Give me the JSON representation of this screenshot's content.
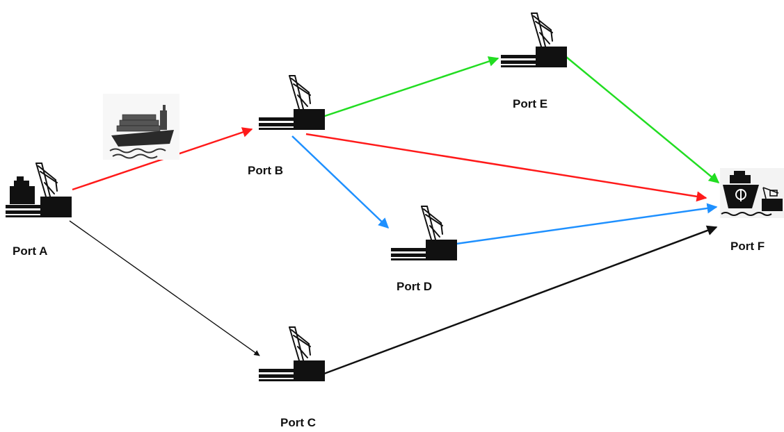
{
  "ports": {
    "a": {
      "label": "Port A",
      "icon": "port-crane-with-ship-icon"
    },
    "b": {
      "label": "Port B",
      "icon": "port-crane-icon"
    },
    "c": {
      "label": "Port C",
      "icon": "port-crane-icon"
    },
    "d": {
      "label": "Port D",
      "icon": "port-crane-icon"
    },
    "e": {
      "label": "Port E",
      "icon": "port-crane-icon"
    },
    "f": {
      "label": "Port F",
      "icon": "destination-ship-port-icon"
    }
  },
  "routes": [
    {
      "from": "Port A",
      "to": "Port B",
      "color": "#ff1a1a"
    },
    {
      "from": "Port A",
      "to": "Port C",
      "color": "#111111"
    },
    {
      "from": "Port B",
      "to": "Port E",
      "color": "#22dd22"
    },
    {
      "from": "Port B",
      "to": "Port F",
      "color": "#ff1a1a"
    },
    {
      "from": "Port B",
      "to": "Port D",
      "color": "#1e90ff"
    },
    {
      "from": "Port E",
      "to": "Port F",
      "color": "#22dd22"
    },
    {
      "from": "Port D",
      "to": "Port F",
      "color": "#1e90ff"
    },
    {
      "from": "Port C",
      "to": "Port F",
      "color": "#111111"
    }
  ],
  "decorations": {
    "ship_icon": "container-ship-icon"
  }
}
